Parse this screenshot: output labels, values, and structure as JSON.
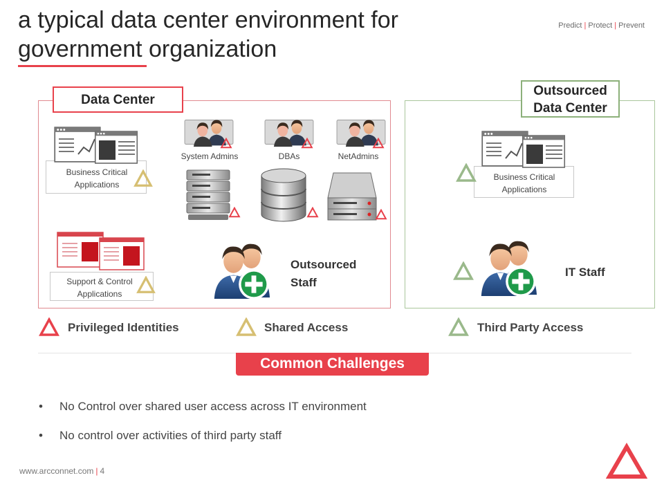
{
  "header": {
    "title_line1": "a typical data center environment for",
    "title_line2": "government organization",
    "tagline": [
      "Predict",
      "Protect",
      "Prevent"
    ]
  },
  "data_center": {
    "label": "Data Center",
    "business_app": {
      "line1": "Business Critical",
      "line2": "Applications"
    },
    "support_app": {
      "line1": "Support & Control",
      "line2": "Applications"
    },
    "roles": [
      "System Admins",
      "DBAs",
      "NetAdmins"
    ],
    "outsourced_staff": {
      "line1": "Outsourced",
      "line2": "Staff"
    }
  },
  "outsourced_data_center": {
    "label_line1": "Outsourced",
    "label_line2": "Data Center",
    "business_app": {
      "line1": "Business Critical",
      "line2": "Applications"
    },
    "staff_label": "IT Staff"
  },
  "legend": {
    "privileged": "Privileged Identities",
    "shared": "Shared Access",
    "third_party": "Third Party Access"
  },
  "colors": {
    "privileged": "#e8414b",
    "shared": "#d6bf72",
    "third_party": "#9ab98b",
    "accent": "#e8414b"
  },
  "challenges": {
    "title": "Common Challenges",
    "items": [
      "No Control over shared user access across IT environment",
      "No control over activities of third party staff"
    ]
  },
  "footer": {
    "website": "www.arcconnet.com",
    "page": "4"
  }
}
